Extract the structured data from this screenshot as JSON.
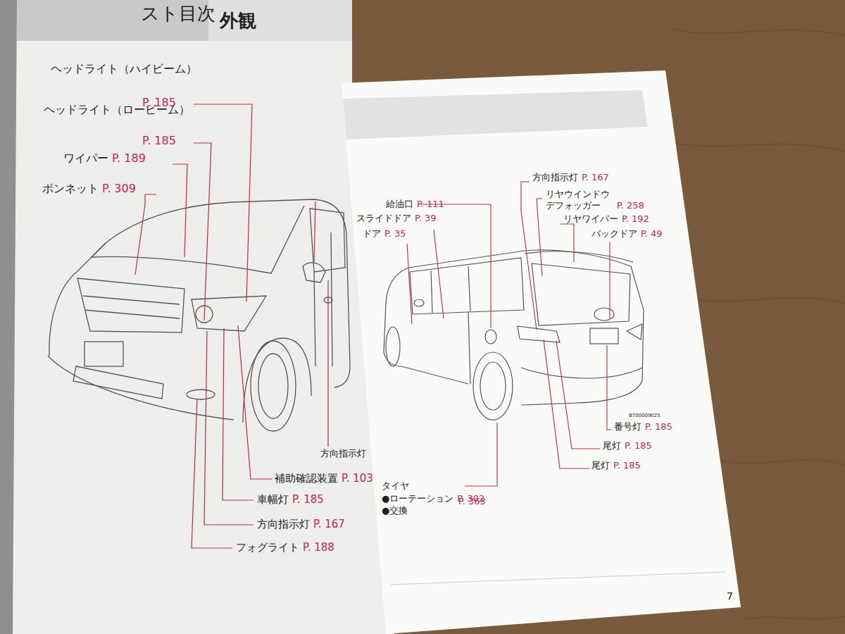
{
  "diagram": {
    "title": "外観",
    "labels": [
      "スト目次",
      "ヘッドライト（ハイビーム）",
      "P. 185",
      "ヘッドライト（ロービーム）",
      "P. 185",
      "ワイパー",
      "P. 189",
      "ボンネット",
      "P. 309",
      "方向指示灯",
      "補助確認装置",
      "P. 103",
      "車幅灯",
      "P. 185",
      "方向指示灯",
      "P. 167",
      "フォグライト",
      "P. 188",
      "給油口",
      "P. 111",
      "スライドドア",
      "P. 39",
      "ドア",
      "P. 35",
      "方向指示灯",
      "P. 167",
      "リヤウインドウ デフォッガー",
      "P. 258",
      "リヤワイパー",
      "P. 192",
      "バックドア",
      "P. 49",
      "BT00009025",
      "番号灯",
      "P. 185",
      "尾灯",
      "P. 185",
      "尾灯",
      "P. 185",
      "タイヤ",
      "●ローテーション",
      "P. 302",
      "●交換",
      "P. 363",
      "7"
    ]
  }
}
